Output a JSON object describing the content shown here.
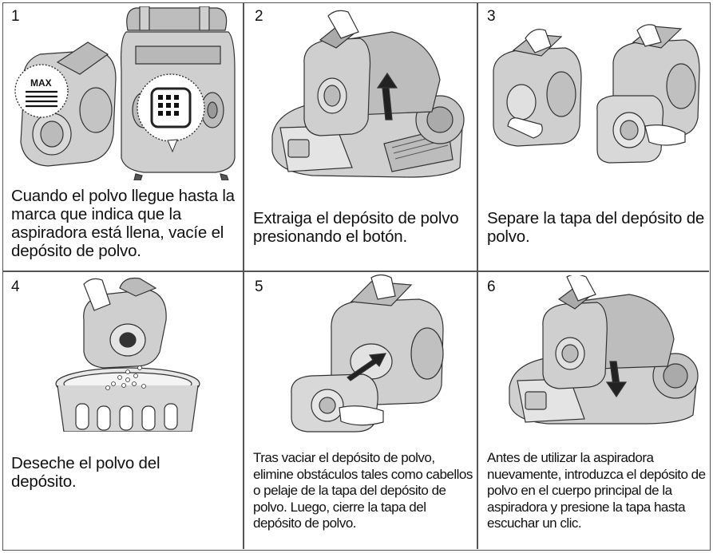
{
  "steps": [
    {
      "number": "1",
      "text": "Cuando el polvo llegue hasta la marca que indica que la aspiradora está llena, vacíe el depósito de polvo.",
      "badge": "MAX"
    },
    {
      "number": "2",
      "text": "Extraiga el depósito de polvo presionando el botón."
    },
    {
      "number": "3",
      "text": "Separe la tapa del depósito de polvo."
    },
    {
      "number": "4",
      "text": "Deseche el polvo del depósito."
    },
    {
      "number": "5",
      "text": "Tras vaciar el depósito de polvo, elimine obstáculos tales como cabellos o pelaje de la tapa del depósito de polvo. Luego, cierre la tapa del depósito de polvo."
    },
    {
      "number": "6",
      "text": "Antes de utilizar la aspiradora nuevamente, introduzca el depósito de polvo en el cuerpo principal de la aspiradora y presione la tapa hasta escuchar un clic."
    }
  ]
}
